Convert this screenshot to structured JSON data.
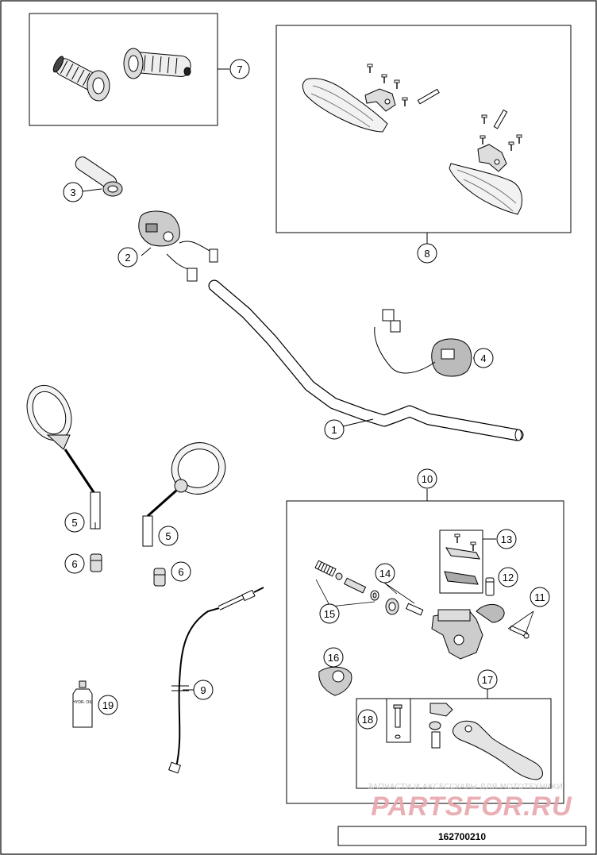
{
  "callouts": {
    "c1": "1",
    "c2": "2",
    "c3": "3",
    "c4": "4",
    "c5a": "5",
    "c5b": "5",
    "c6a": "6",
    "c6b": "6",
    "c7": "7",
    "c8": "8",
    "c9": "9",
    "c10": "10",
    "c11": "11",
    "c12": "12",
    "c13": "13",
    "c14": "14",
    "c15": "15",
    "c16": "16",
    "c17": "17",
    "c18": "18",
    "c19": "19"
  },
  "oil_bottle_label": "HYDR. OIL",
  "watermark": {
    "top_line": "ЗАПЧАСТИ И АКСЕССУАРЫ ДЛЯ МОТОТЕХНИКИ",
    "brand": "PARTSFOR.RU",
    "brand_color": "#e8a7ad"
  },
  "drawing_number": "162700210"
}
